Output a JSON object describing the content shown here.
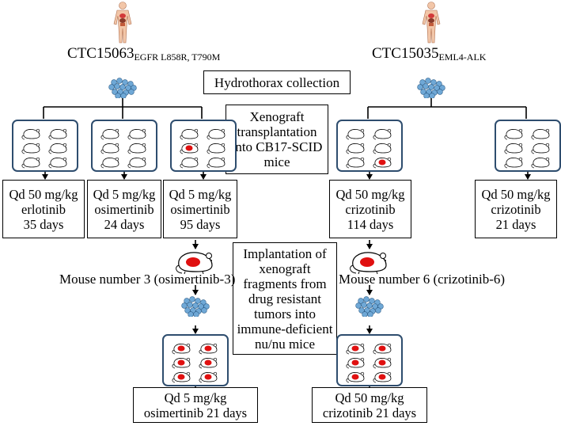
{
  "left_source": {
    "label": "CTC15063",
    "mutation": "EGFR L858R, T790M"
  },
  "right_source": {
    "label": "CTC15035",
    "mutation": "EML4-ALK"
  },
  "center_notes": {
    "collection": "Hydrothorax  collection",
    "xenograft": [
      "Xenograft",
      "transplantation",
      "into CB17-SCID",
      "mice"
    ],
    "implantation": [
      "Implantation of",
      "xenograft",
      "fragments from",
      "drug resistant",
      "tumors into",
      "immune-deficient",
      "nu/nu mice"
    ]
  },
  "first_treatments": [
    {
      "lines": [
        "Qd 50 mg/kg",
        "erlotinib",
        "35 days"
      ]
    },
    {
      "lines": [
        "Qd 5 mg/kg",
        "osimertinib",
        "24 days"
      ]
    },
    {
      "lines": [
        "Qd 5 mg/kg",
        "osimertinib",
        "95 days"
      ]
    },
    {
      "lines": [
        "Qd 50 mg/kg",
        "crizotinib",
        "114 days"
      ]
    },
    {
      "lines": [
        "Qd 50 mg/kg",
        "crizotinib",
        "21 days"
      ]
    }
  ],
  "resistant_mice": {
    "left": "Mouse number 3 (osimertinib-3)",
    "right": "Mouse number 6 (crizotinib-6)"
  },
  "second_treatments": [
    {
      "lines": [
        "Qd 5 mg/kg",
        "osimertinib 21 days"
      ]
    },
    {
      "lines": [
        "Qd 50 mg/kg",
        "crizotinib 21 days"
      ]
    }
  ],
  "cages": [
    {
      "tumors": []
    },
    {
      "tumors": []
    },
    {
      "tumors": [
        2
      ]
    },
    {
      "tumors": [
        5
      ]
    },
    {
      "tumors": []
    },
    {
      "tumors": [
        0,
        1,
        2,
        3,
        4,
        5
      ]
    },
    {
      "tumors": [
        0,
        1,
        2,
        3,
        4,
        5
      ]
    }
  ],
  "colors": {
    "cage_border": "#2e4d6e",
    "tumor": "#e01010",
    "cells": "#6fa8d6"
  }
}
